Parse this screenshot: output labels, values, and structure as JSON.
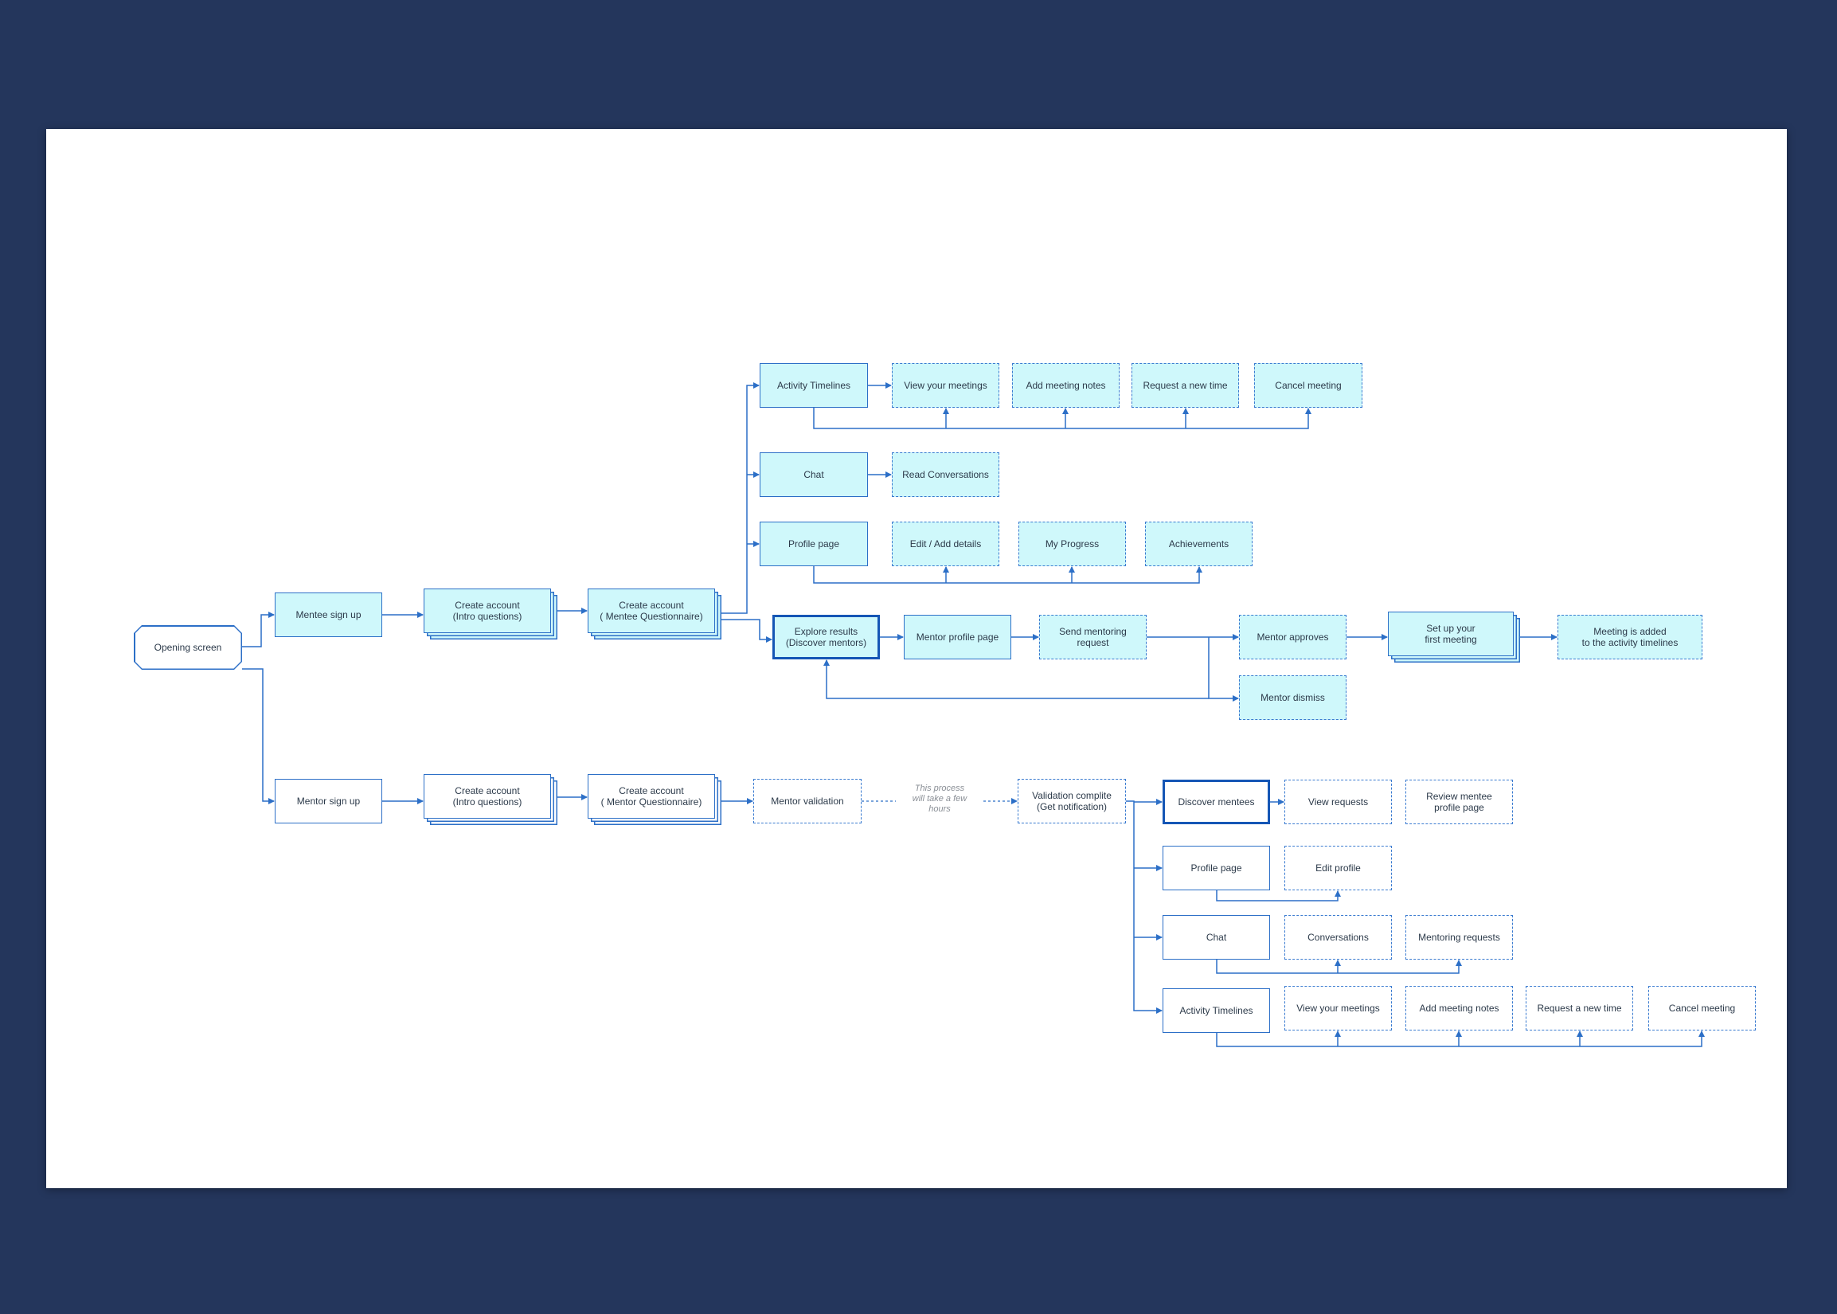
{
  "nodes": {
    "opening": "Opening screen",
    "mentee_signup": "Mentee sign up",
    "mentee_create1": "Create account\n(Intro questions)",
    "mentee_create2": "Create account\n( Mentee Questionnaire)",
    "mentee_activity": "Activity Timelines",
    "mentee_view_meetings": "View your meetings",
    "mentee_add_notes": "Add meeting notes",
    "mentee_request_time": "Request a new time",
    "mentee_cancel": "Cancel meeting",
    "mentee_chat": "Chat",
    "mentee_read_conv": "Read Conversations",
    "mentee_profile": "Profile page",
    "mentee_edit": "Edit / Add details",
    "mentee_progress": "My Progress",
    "mentee_achievements": "Achievements",
    "explore": "Explore results\n(Discover mentors)",
    "mentor_profile_page": "Mentor profile page",
    "send_request": "Send mentoring\nrequest",
    "mentor_approves": "Mentor approves",
    "mentor_dismiss": "Mentor dismiss",
    "setup_meeting": "Set up your\nfirst meeting",
    "meeting_added": "Meeting is added\nto the activity timelines",
    "mentor_signup": "Mentor sign up",
    "mentor_create1": "Create account\n(Intro questions)",
    "mentor_create2": "Create account\n( Mentor Questionnaire)",
    "mentor_validation": "Mentor validation",
    "validation_note": "This process\nwill take a few\nhours",
    "validation_complete": "Validation complite\n(Get notification)",
    "discover_mentees": "Discover mentees",
    "view_requests": "View requests",
    "review_mentee": "Review mentee\nprofile page",
    "mentor_profile": "Profile page",
    "mentor_edit_profile": "Edit profile",
    "mentor_chat": "Chat",
    "mentor_conversations": "Conversations",
    "mentor_mentoring_requests": "Mentoring requests",
    "mentor_activity": "Activity Timelines",
    "mentor_view_meetings": "View your meetings",
    "mentor_add_notes": "Add meeting notes",
    "mentor_request_time": "Request a new time",
    "mentor_cancel": "Cancel meeting"
  },
  "colors": {
    "background": "#24365c",
    "canvas": "#ffffff",
    "box_fill": "#cff8fb",
    "line": "#2c6fc7",
    "text": "#2c3a4a"
  }
}
